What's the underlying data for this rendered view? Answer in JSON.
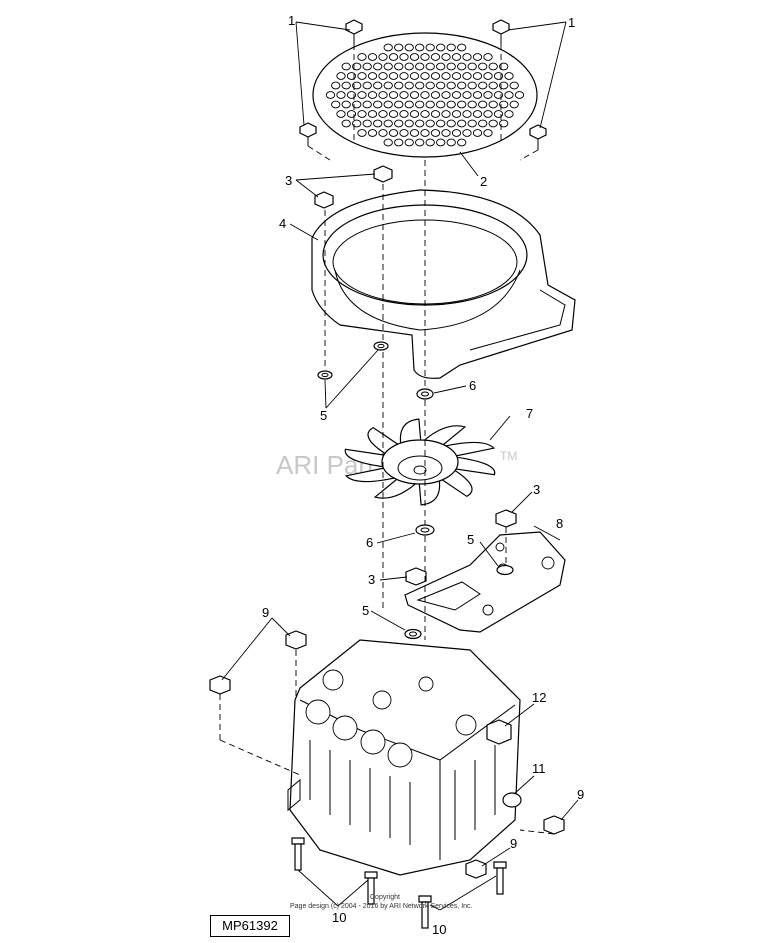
{
  "watermark": "ARI PartStream",
  "watermark_tm": "TM",
  "reference_number": "MP61392",
  "copyright_line1": "Copyright",
  "copyright_line2": "Page design (c) 2004 - 2016 by ARI Network Services, Inc.",
  "callouts": {
    "c1a": "1",
    "c1b": "1",
    "c2": "2",
    "c3a": "3",
    "c3b": "3",
    "c3c": "3",
    "c4": "4",
    "c5a": "5",
    "c5b": "5",
    "c5c": "5",
    "c6a": "6",
    "c6b": "6",
    "c7": "7",
    "c8": "8",
    "c9a": "9",
    "c9b": "9",
    "c9c": "9",
    "c10a": "10",
    "c10b": "10",
    "c11": "11",
    "c12": "12"
  }
}
